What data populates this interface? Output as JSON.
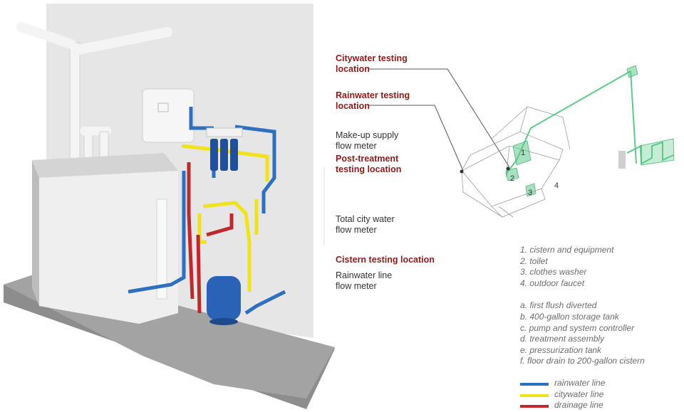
{
  "callouts": {
    "citywater_testing": "Citywater testing\nlocation",
    "rainwater_testing": "Rainwater testing\nlocation",
    "makeup_meter": "Make-up supply\nflow meter",
    "post_treatment": "Post-treatment\ntesting location",
    "total_city_meter": "Total city water\nflow meter",
    "cistern_testing": "Cistern testing location",
    "rainwater_meter": "Rainwater line\nflow meter"
  },
  "house_markers": [
    "1",
    "2",
    "3",
    "4"
  ],
  "fixtures": [
    "1. cistern and equipment",
    "2. toilet",
    "3. clothes washer",
    "4. outdoor faucet"
  ],
  "components": [
    "a. first flush diverted",
    "b. 400-gallon storage tank",
    "c. pump and system controller",
    "d. treatment assembly",
    "e. pressurization tank",
    "f. floor drain to 200-gallon cistern"
  ],
  "legend": [
    {
      "label": "rainwater line",
      "color": "#2f6fbf"
    },
    {
      "label": "citywater line",
      "color": "#f0e31a"
    },
    {
      "label": "drainage line",
      "color": "#c0282c"
    }
  ],
  "colors": {
    "rainwater": "#2f6fbf",
    "citywater": "#f0e31a",
    "drainage": "#c0282c",
    "accent_red": "#8b1a1a",
    "house_green": "#5fc98a"
  }
}
